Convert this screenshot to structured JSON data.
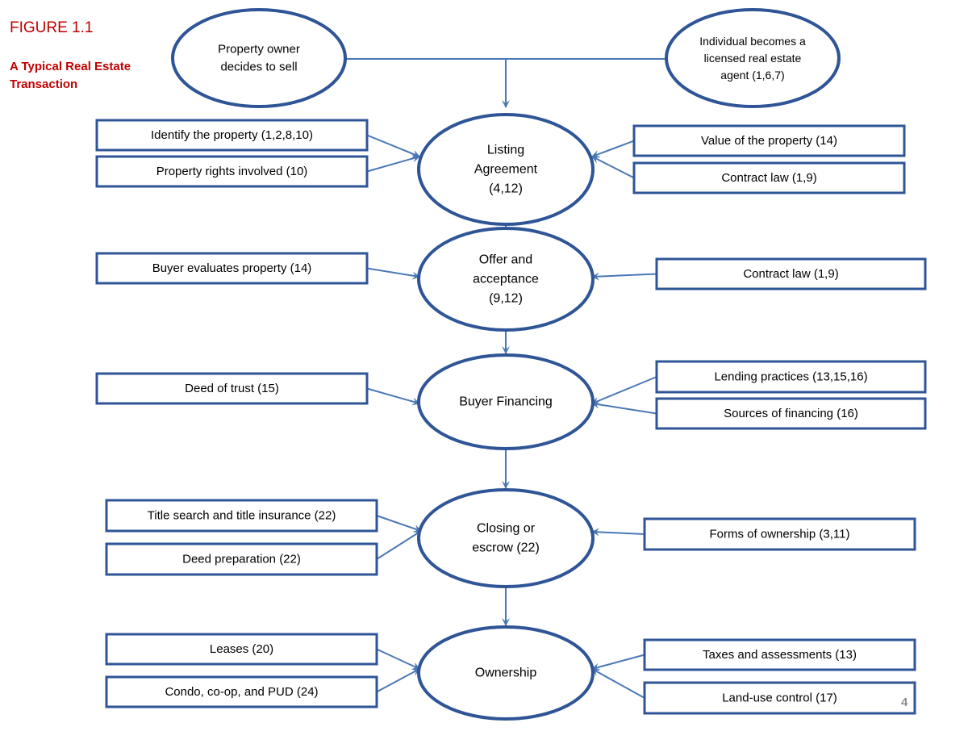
{
  "figure": {
    "title": "FIGURE 1.1",
    "subtitle_line1": "A Typical Real Estate",
    "subtitle_line2": "Transaction"
  },
  "page_number": "4",
  "colors": {
    "stroke": "#2f5597",
    "arrow": "#4a78b5",
    "caption": "#c00000",
    "page_number": "#8c8c8c"
  },
  "top_nodes": {
    "owner": [
      "Property owner",
      "decides to sell"
    ],
    "agent": [
      "Individual becomes a",
      "licensed real estate",
      "agent (1,6,7)"
    ]
  },
  "stages": [
    {
      "lines": [
        "Listing",
        "Agreement",
        "(4,12)"
      ]
    },
    {
      "lines": [
        "Offer and",
        "acceptance",
        "(9,12)"
      ]
    },
    {
      "lines": [
        "Buyer Financing"
      ]
    },
    {
      "lines": [
        "Closing or",
        "escrow (22)"
      ]
    },
    {
      "lines": [
        "Ownership"
      ]
    }
  ],
  "left_inputs": [
    [
      "Identify the property (1,2,8,10)",
      "Property rights involved (10)"
    ],
    [
      "Buyer evaluates property (14)"
    ],
    [
      "Deed of trust (15)"
    ],
    [
      "Title search and title insurance (22)",
      "Deed preparation (22)"
    ],
    [
      "Leases (20)",
      "Condo, co-op, and PUD (24)"
    ]
  ],
  "right_inputs": [
    [
      "Value of the property (14)",
      "Contract law  (1,9)"
    ],
    [
      "Contract law (1,9)"
    ],
    [
      "Lending practices (13,15,16)",
      "Sources of financing (16)"
    ],
    [
      "Forms of ownership (3,11)"
    ],
    [
      "Taxes and assessments (13)",
      "Land-use control (17)"
    ]
  ]
}
